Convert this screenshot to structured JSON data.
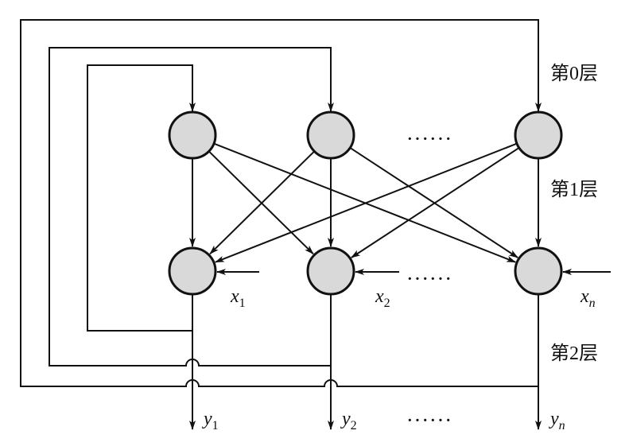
{
  "diagram": {
    "layers": [
      {
        "id": "layer-0",
        "label": "第0层"
      },
      {
        "id": "layer-1",
        "label": "第1层"
      },
      {
        "id": "layer-2",
        "label": "第2层"
      }
    ],
    "inputs": [
      {
        "base": "x",
        "sub": "1"
      },
      {
        "base": "x",
        "sub": "2"
      },
      {
        "base": "x",
        "sub": "n"
      }
    ],
    "outputs": [
      {
        "base": "y",
        "sub": "1"
      },
      {
        "base": "y",
        "sub": "2"
      },
      {
        "base": "y",
        "sub": "n"
      }
    ],
    "ellipsis": "······",
    "node_fill": "#d9d9d9",
    "stroke": "#111111"
  }
}
